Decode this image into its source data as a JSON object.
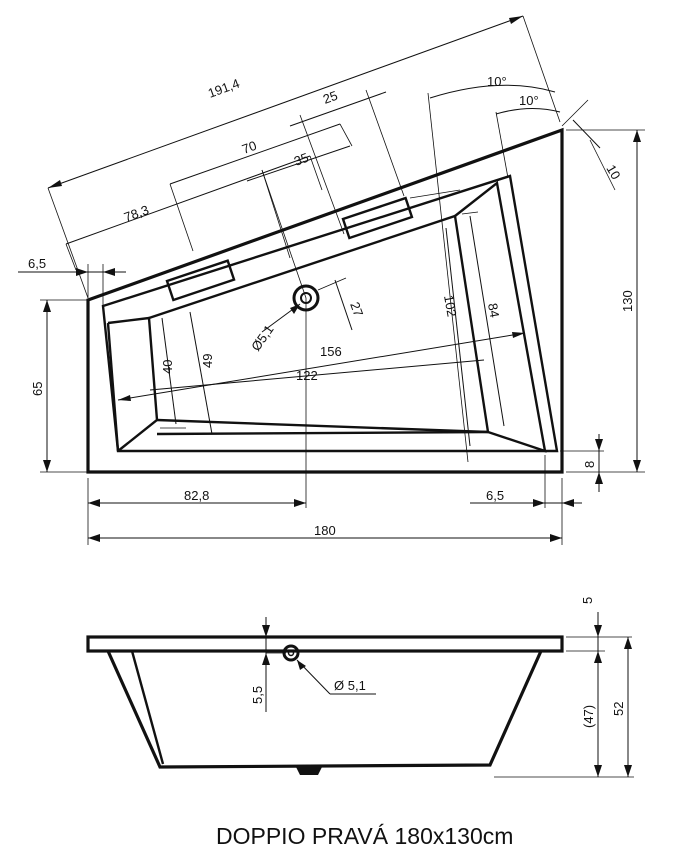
{
  "drawing": {
    "title": "DOPPIO PRAVÁ 180x130cm",
    "plan_dimensions": {
      "overall_diagonal": "191,4",
      "d25": "25",
      "angle_top": "10°",
      "angle_right": "10°",
      "d70": "70",
      "d35": "35",
      "d10": "10",
      "d78_3": "78,3",
      "d6_5_left": "6,5",
      "d130": "130",
      "d27": "27",
      "drain_dia": "Ø5,1",
      "d102": "102",
      "d84": "84",
      "d65": "65",
      "d40": "40",
      "d49": "49",
      "d156": "156",
      "d122": "122",
      "d8": "8",
      "d82_8": "82,8",
      "d6_5_right": "6,5",
      "d180": "180"
    },
    "side_dimensions": {
      "d5": "5",
      "d5_5": "5,5",
      "overflow_dia": "Ø 5,1",
      "d47": "(47)",
      "d52": "52"
    }
  }
}
